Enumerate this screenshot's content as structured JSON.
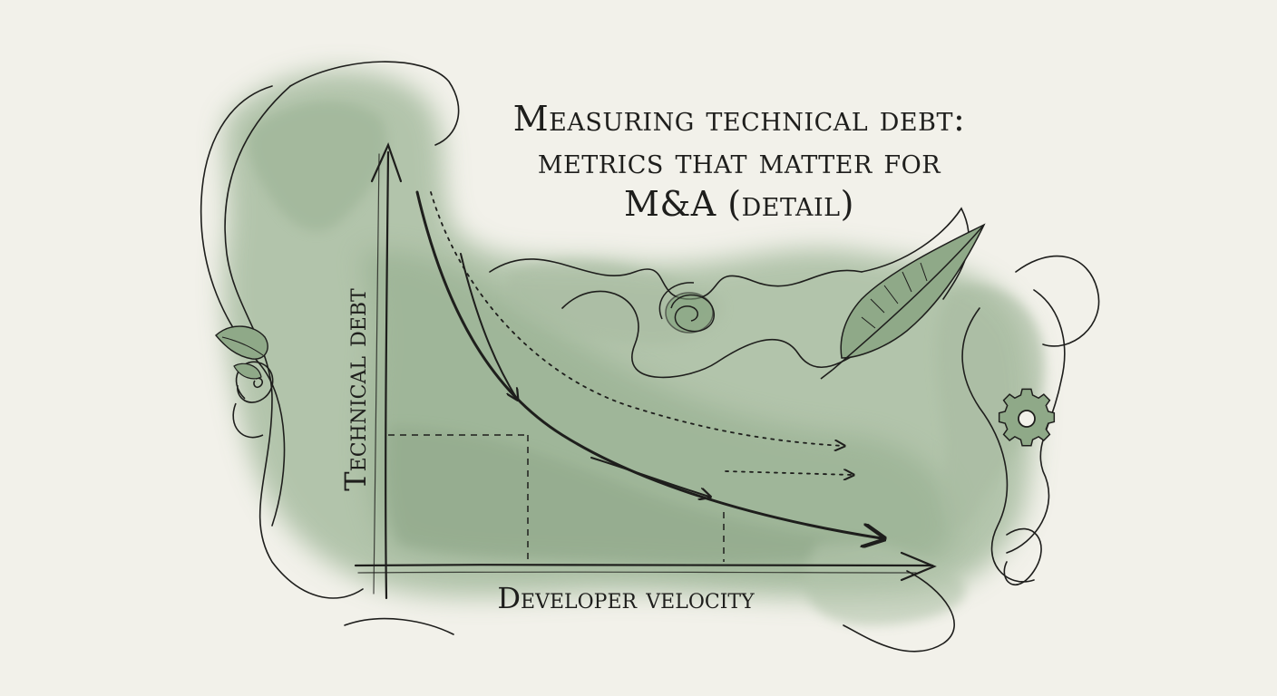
{
  "title": {
    "line1": "Measuring technical debt:",
    "line2": "metrics that matter for",
    "line3": "M&A (detail)"
  },
  "axes": {
    "y_label": "Technical debt",
    "x_label": "Developer velocity"
  },
  "colors": {
    "wash": "#8fa988",
    "wash_dark": "#6f8f6a",
    "ink": "#1e1e1c",
    "paper": "#f2f1ea"
  },
  "icons": [
    "feather-icon",
    "gear-icon",
    "spiral-ornament-icon",
    "leaf-ornament-icon"
  ]
}
